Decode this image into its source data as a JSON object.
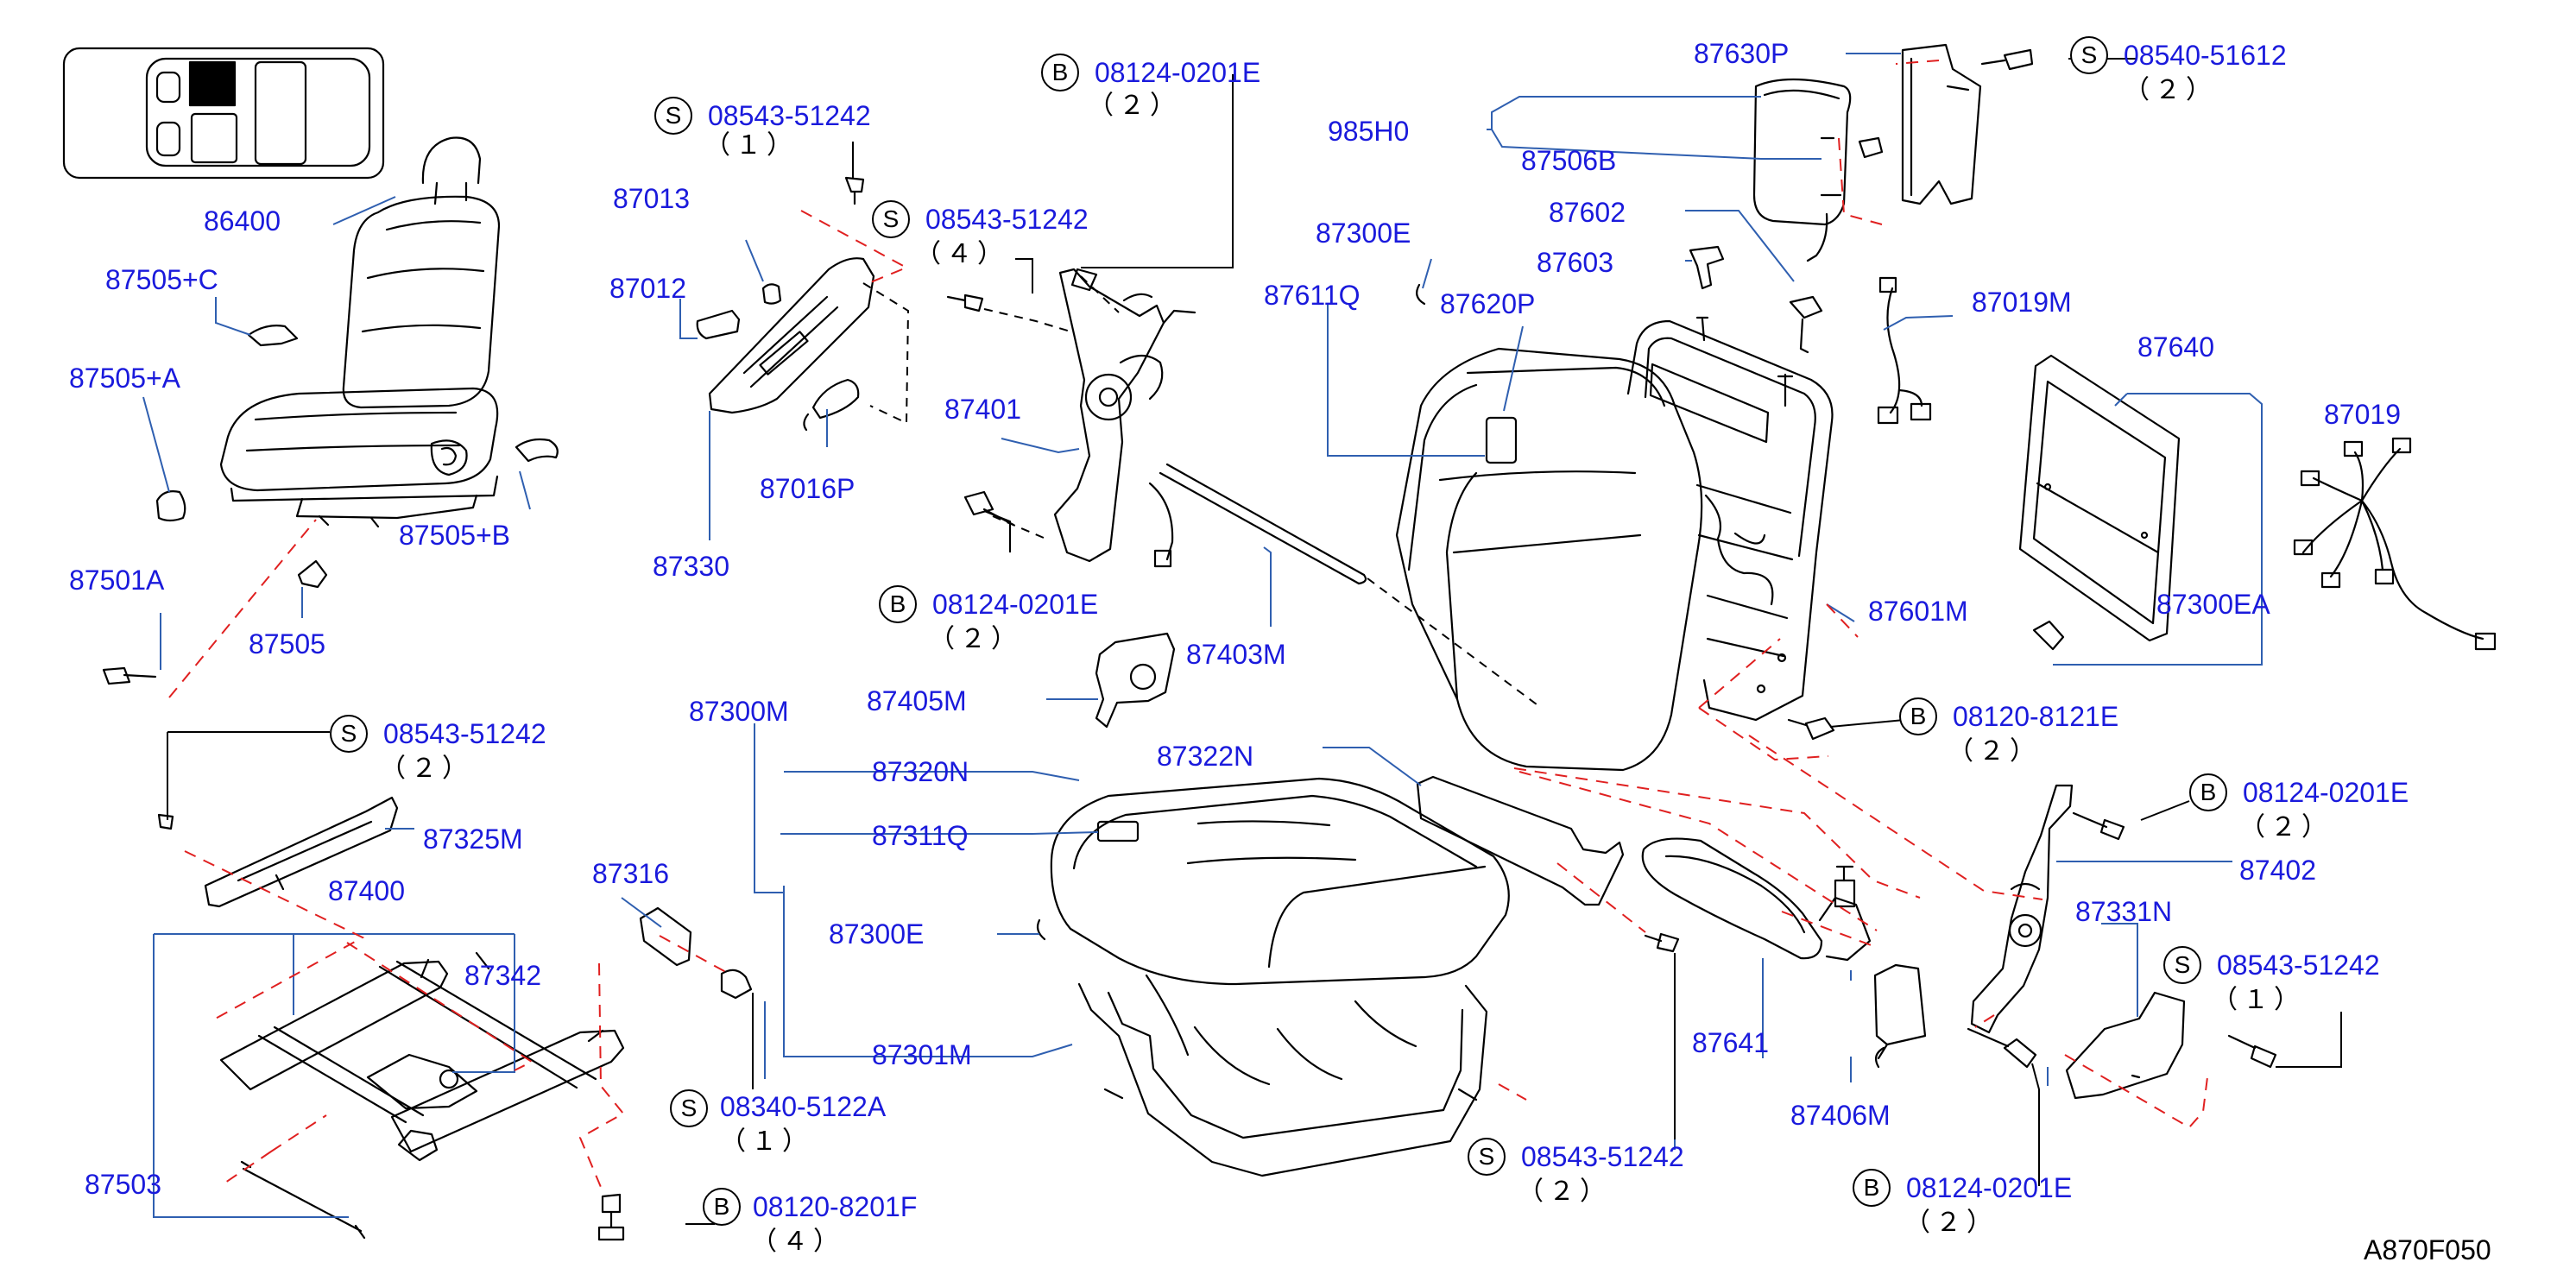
{
  "diagram": {
    "code": "A870F050",
    "colors": {
      "label": "#1a1adc",
      "leader": "#2f5fb0",
      "dashed": "#e02020",
      "line": "#000000"
    },
    "labels": {
      "p86400": "86400",
      "p87505C": "87505+C",
      "p87505A": "87505+A",
      "p87505B": "87505+B",
      "p87501A": "87501A",
      "p87505": "87505",
      "p87013": "87013",
      "p87012": "87012",
      "p87330": "87330",
      "p87016P": "87016P",
      "p87401": "87401",
      "p87403M": "87403M",
      "p87405M": "87405M",
      "p87300M": "87300M",
      "p87320N": "87320N",
      "p87311Q": "87311Q",
      "p87300E_low": "87300E",
      "p87301M": "87301M",
      "p87322N": "87322N",
      "p87325M": "87325M",
      "p87400": "87400",
      "p87342": "87342",
      "p87503": "87503",
      "p87316": "87316",
      "p87300E_top": "87300E",
      "p87611Q": "87611Q",
      "p87620P": "87620P",
      "p87630P": "87630P",
      "p985H0": "985H0",
      "p87506B": "87506B",
      "p87602": "87602",
      "p87603": "87603",
      "p87019M": "87019M",
      "p87640": "87640",
      "p87019": "87019",
      "p87601M": "87601M",
      "p87300EA": "87300EA",
      "p87402": "87402",
      "p87331N": "87331N",
      "p87641": "87641",
      "p87406M": "87406M"
    },
    "fasteners": [
      {
        "id": "f1",
        "type": "S",
        "part": "08543-51242",
        "qty": "（１）"
      },
      {
        "id": "f2",
        "type": "S",
        "part": "08543-51242",
        "qty": "（４）"
      },
      {
        "id": "f3",
        "type": "B",
        "part": "08124-0201E",
        "qty": "（２）"
      },
      {
        "id": "f4",
        "type": "B",
        "part": "08124-0201E",
        "qty": "（２）"
      },
      {
        "id": "f5",
        "type": "S",
        "part": "08543-51242",
        "qty": "（２）"
      },
      {
        "id": "f6",
        "type": "S",
        "part": "08340-5122A",
        "qty": "（１）"
      },
      {
        "id": "f7",
        "type": "B",
        "part": "08120-8201F",
        "qty": "（４）"
      },
      {
        "id": "f8",
        "type": "S",
        "part": "08540-51612",
        "qty": "（２）"
      },
      {
        "id": "f9",
        "type": "B",
        "part": "08120-8121E",
        "qty": "（２）"
      },
      {
        "id": "f10",
        "type": "B",
        "part": "08124-0201E",
        "qty": "（２）"
      },
      {
        "id": "f11",
        "type": "S",
        "part": "08543-51242",
        "qty": "（１）"
      },
      {
        "id": "f12",
        "type": "S",
        "part": "08543-51242",
        "qty": "（２）"
      },
      {
        "id": "f13",
        "type": "B",
        "part": "08124-0201E",
        "qty": "（２）"
      }
    ]
  }
}
